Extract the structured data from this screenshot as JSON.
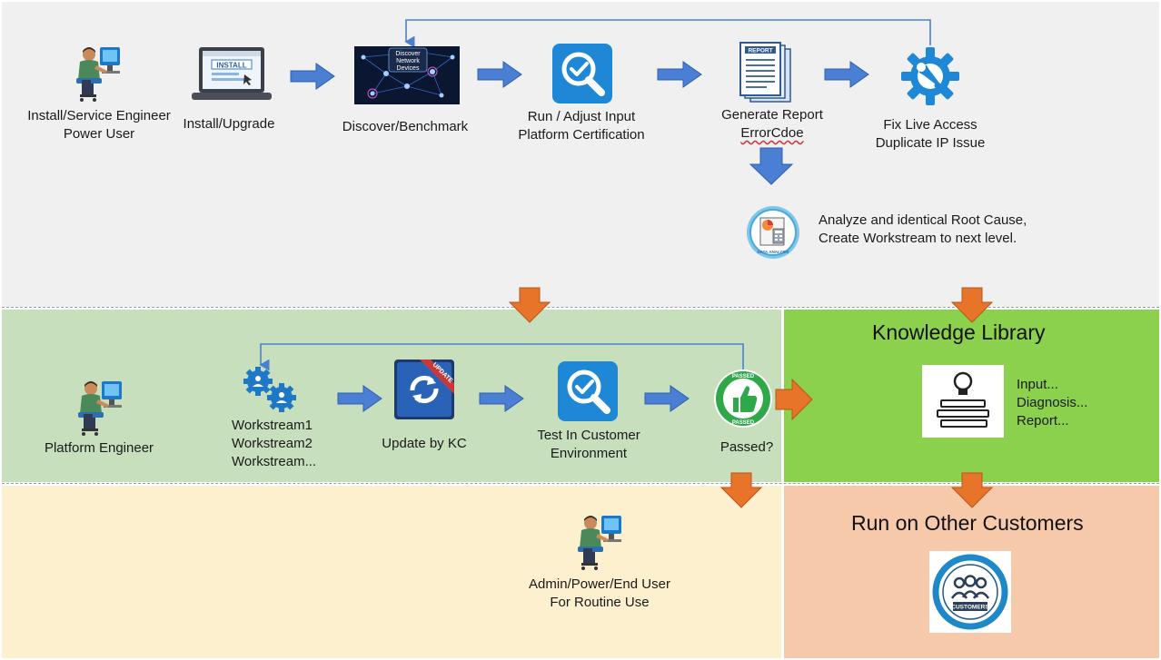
{
  "top": {
    "user_role": [
      "Install/Service Engineer",
      "Power User"
    ],
    "install_label": "Install/Upgrade",
    "install_screen_text": "INSTALL",
    "discover_label": "Discover/Benchmark",
    "discover_image_text": [
      "Discover",
      "Network",
      "Devices"
    ],
    "run_adjust_label": [
      "Run / Adjust Input",
      "Platform Certification"
    ],
    "report_label": [
      "Generate Report",
      "ErrorCdoe"
    ],
    "report_icon_text": "REPORT",
    "fix_label": [
      "Fix Live Access",
      "Duplicate IP Issue"
    ],
    "analyze_label": [
      "Analyze and identical Root Cause,",
      "Create Workstream to next level."
    ],
    "analyze_icon_text": "DATA ANALYSIS"
  },
  "middle": {
    "engineer_label": "Platform Engineer",
    "workstreams": [
      "Workstream1",
      "Workstream2",
      "Workstream..."
    ],
    "update_label": "Update by KC",
    "update_ribbon": "UPDATE",
    "test_label": [
      "Test In Customer",
      "Environment"
    ],
    "passed_label": "Passed?",
    "passed_badge": "PASSED"
  },
  "knowledge": {
    "title": "Knowledge Library",
    "items": [
      "Input...",
      "Diagnosis...",
      "Report..."
    ]
  },
  "bottom": {
    "user_role": [
      "Admin/Power/End User",
      "For Routine Use"
    ]
  },
  "customers": {
    "title": "Run on Other Customers",
    "icon_text": "CUSTOMERS"
  },
  "colors": {
    "top_panel": "#f0f0f0",
    "green_panel": "#c7dfbd",
    "library_panel": "#8cd14d",
    "yellow_panel": "#fdf0cf",
    "salmon_panel": "#f6c9ab",
    "blue_arrow": "#4a7fd4",
    "orange_arrow": "#e8742a",
    "icon_blue": "#1e88d6"
  }
}
